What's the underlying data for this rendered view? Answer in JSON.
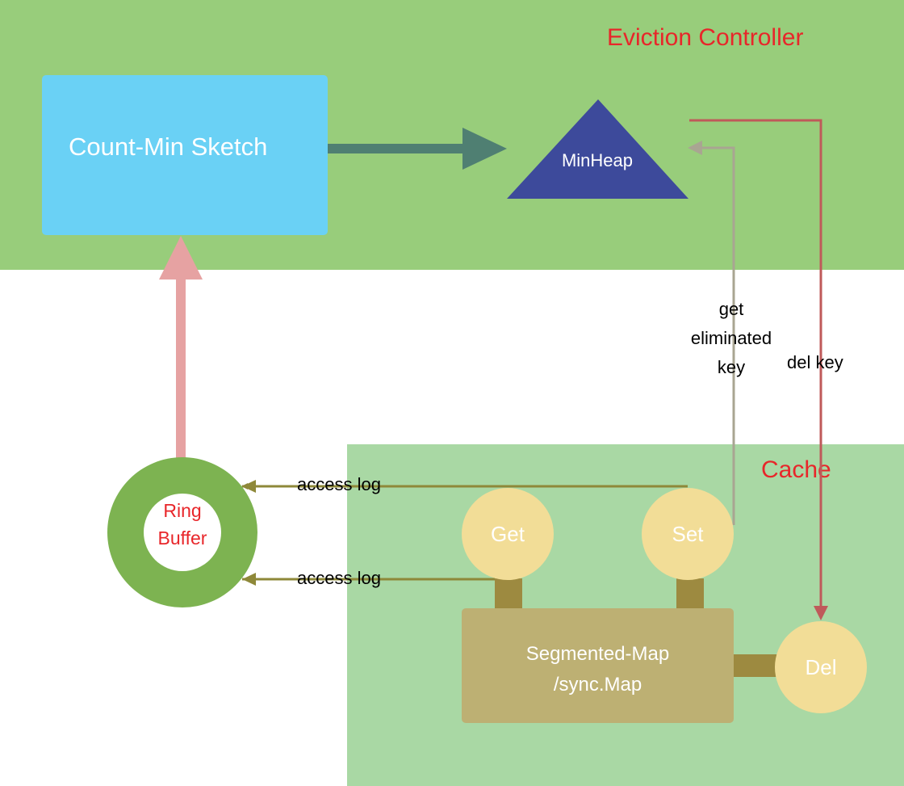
{
  "regions": {
    "eviction_title": "Eviction Controller",
    "cache_title": "Cache"
  },
  "nodes": {
    "count_min_sketch": "Count-Min Sketch",
    "min_heap": "MinHeap",
    "ring_buffer": [
      "Ring",
      "Buffer"
    ],
    "get": "Get",
    "set": "Set",
    "del": "Del",
    "segmented_map": [
      "Segmented-Map",
      "/sync.Map"
    ]
  },
  "edges": {
    "access_log_from_set": "access log",
    "access_log_from_get": "access log",
    "get_eliminated_key": [
      "get",
      "eliminated",
      "key"
    ],
    "del_key": "del key"
  },
  "colors": {
    "eviction_region": "#98cd7b",
    "cache_region": "#a9d8a4",
    "title_red": "#e8262a",
    "sketch_box": "#6ad1f5",
    "minheap_triangle": "#3d4a9b",
    "sketch_arrow": "#4f7f72",
    "ring_buffer_arrow": "#e6a2a2",
    "access_log_arrow": "#8e8839",
    "eliminated_key_arrow": "#a9a592",
    "del_key_arrow": "#bf5a5a",
    "operation_node": "#f2dd97",
    "map_box": "#bdb073",
    "connector": "#9d8a40",
    "ring": "#7db351"
  }
}
